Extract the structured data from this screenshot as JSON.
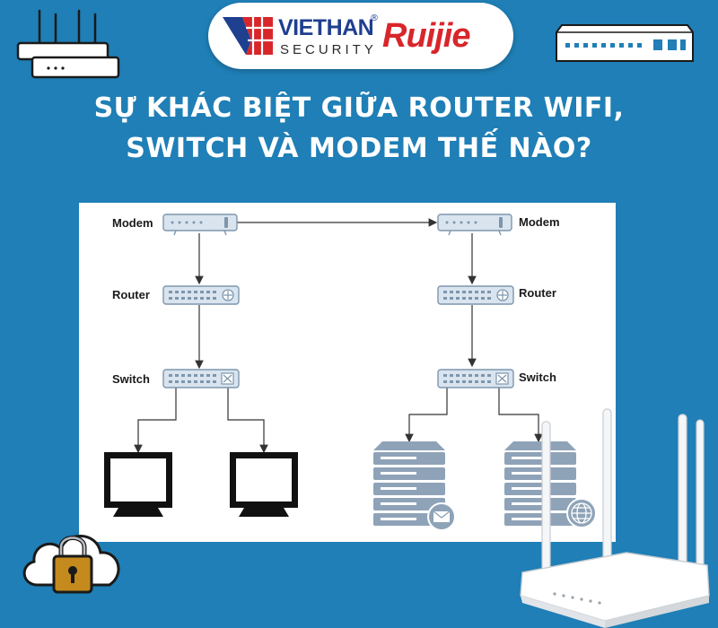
{
  "brand": {
    "name": "VIETHAN",
    "trademark": "®",
    "subtitle": "SECURITY",
    "partner": "Ruijie",
    "color_primary": "#1f3f8f",
    "color_partner": "#d8262b"
  },
  "headline": {
    "line1": "SỰ KHÁC BIỆT GIỮA ROUTER WIFI,",
    "line2": "SWITCH VÀ MODEM THẾ NÀO?"
  },
  "diagram": {
    "left_chain": {
      "modem": "Modem",
      "router": "Router",
      "switch": "Switch",
      "endpoints": [
        "monitor-icon",
        "monitor-icon"
      ]
    },
    "right_chain": {
      "modem": "Modem",
      "router": "Router",
      "switch": "Switch",
      "endpoints": [
        "mail-server-icon",
        "web-server-icon"
      ]
    }
  },
  "decorations": [
    "wifi-router-icon",
    "network-switch-icon",
    "cloud-lock-icon",
    "wifi-router-photo"
  ],
  "colors": {
    "background": "#1f7fb6",
    "device_fill": "#d9e4ef",
    "device_stroke": "#7d96ad",
    "server_fill": "#8fa3b8"
  }
}
